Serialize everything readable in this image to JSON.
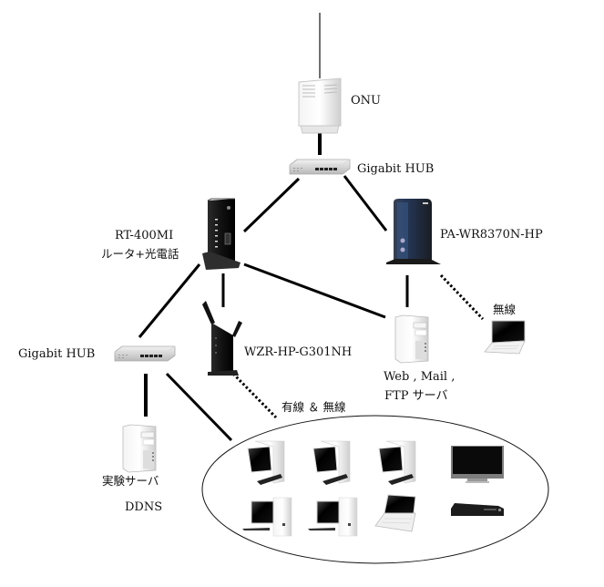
{
  "diagram": {
    "title": "Home network topology",
    "nodes": [
      {
        "id": "onu",
        "label": "ONU",
        "icon": "onu-terminal-icon"
      },
      {
        "id": "hub_top",
        "label": "Gigabit HUB",
        "icon": "switch-hub-icon"
      },
      {
        "id": "router",
        "label": "RT-400MI",
        "sublabel": "ルータ+光電話",
        "icon": "router-icon"
      },
      {
        "id": "ap_nec",
        "label": "PA-WR8370N-HP",
        "icon": "wireless-router-icon"
      },
      {
        "id": "hub_left",
        "label": "Gigabit HUB",
        "icon": "switch-hub-icon"
      },
      {
        "id": "ap_buffalo",
        "label": "WZR-HP-G301NH",
        "icon": "wireless-router-icon"
      },
      {
        "id": "server_web",
        "label": "Web , Mail ,",
        "sublabel": "FTP サーバ",
        "icon": "server-tower-icon"
      },
      {
        "id": "laptop_wireless",
        "label": "無線",
        "icon": "laptop-icon"
      },
      {
        "id": "server_test",
        "label": "実験サーバ",
        "sublabel": "DDNS",
        "icon": "server-tower-icon"
      },
      {
        "id": "lan_group",
        "label": "有線 ＆ 無線",
        "icon": "client-group"
      }
    ],
    "group_devices": [
      {
        "icon": "desktop-pc-icon"
      },
      {
        "icon": "desktop-pc-icon"
      },
      {
        "icon": "desktop-pc-icon"
      },
      {
        "icon": "tv-monitor-icon"
      },
      {
        "icon": "desktop-pc-icon"
      },
      {
        "icon": "desktop-pc-icon"
      },
      {
        "icon": "laptop-icon"
      },
      {
        "icon": "recorder-icon"
      }
    ],
    "edges": [
      {
        "from": "internet",
        "to": "onu",
        "style": "thin"
      },
      {
        "from": "onu",
        "to": "hub_top",
        "style": "wired"
      },
      {
        "from": "hub_top",
        "to": "router",
        "style": "wired"
      },
      {
        "from": "hub_top",
        "to": "ap_nec",
        "style": "wired"
      },
      {
        "from": "router",
        "to": "hub_left",
        "style": "wired"
      },
      {
        "from": "router",
        "to": "ap_buffalo",
        "style": "wired"
      },
      {
        "from": "router",
        "to": "server_web",
        "style": "wired"
      },
      {
        "from": "ap_nec",
        "to": "server_web",
        "style": "wired"
      },
      {
        "from": "ap_nec",
        "to": "laptop_wireless",
        "style": "wireless"
      },
      {
        "from": "hub_left",
        "to": "server_test",
        "style": "wired"
      },
      {
        "from": "hub_left",
        "to": "lan_group",
        "style": "wired"
      },
      {
        "from": "ap_buffalo",
        "to": "lan_group",
        "style": "wireless"
      }
    ]
  }
}
